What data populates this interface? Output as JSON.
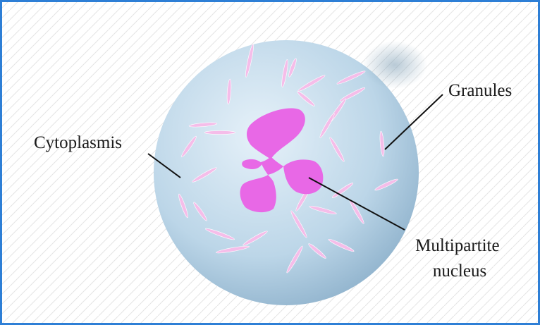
{
  "diagram": {
    "labels": {
      "cytoplasm": "Cytoplasmis",
      "granules": "Granules",
      "nucleus_line1": "Multipartite",
      "nucleus_line2": "nucleus"
    },
    "colors": {
      "frame": "#2e7fd6",
      "background": "#ffffff",
      "hatch": "#e4e4e4",
      "cell_light": "#e6f1f9",
      "cell_mid": "#bcd6e8",
      "cell_dark": "#8fb2cc",
      "granule": "#f5bde9",
      "nucleus": "#e868e6",
      "leader_line": "#111111"
    }
  }
}
